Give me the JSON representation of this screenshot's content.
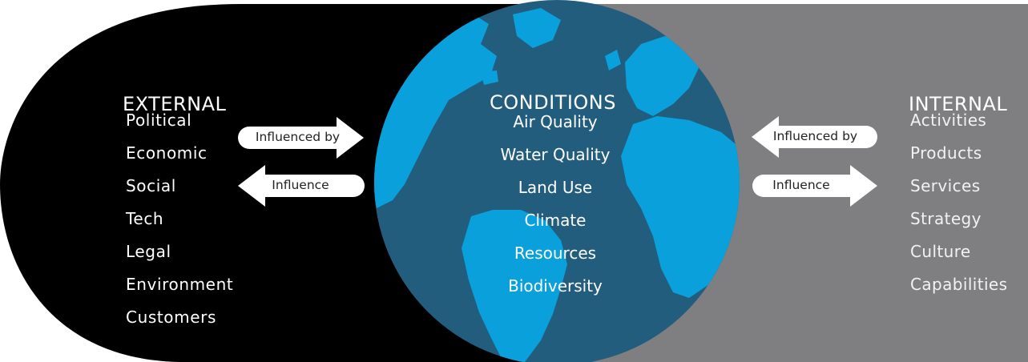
{
  "external": {
    "heading": "EXTERNAL",
    "items": [
      "Political",
      "Economic",
      "Social",
      "Tech",
      "Legal",
      "Environment",
      "Customers"
    ]
  },
  "conditions": {
    "heading": "CONDITIONS",
    "items": [
      "Air Quality",
      "Water Quality",
      "Land Use",
      "Climate",
      "Resources",
      "Biodiversity"
    ]
  },
  "internal": {
    "heading": "INTERNAL",
    "items": [
      "Activities",
      "Products",
      "Services",
      "Strategy",
      "Culture",
      "Capabilities"
    ]
  },
  "arrows": {
    "left_top": "Influenced by",
    "left_bottom": "Influence",
    "right_top": "Influenced by",
    "right_bottom": "Influence"
  },
  "colors": {
    "external_bg": "#000000",
    "internal_bg": "#7f7f82",
    "ocean": "#235d7d",
    "land": "#0aa0dc",
    "arrow_fill": "#ffffff"
  }
}
